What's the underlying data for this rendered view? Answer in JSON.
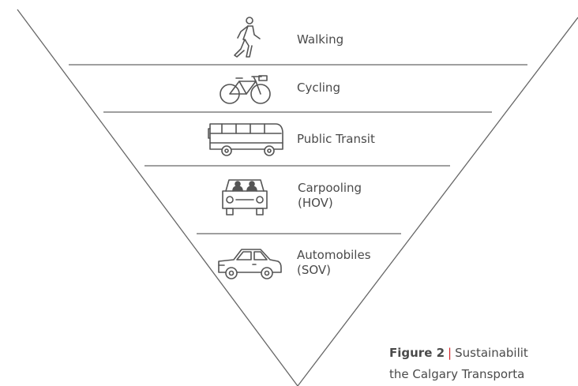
{
  "hierarchy": {
    "levels": [
      {
        "label_lines": [
          "Walking"
        ],
        "icon": "pedestrian-icon"
      },
      {
        "label_lines": [
          "Cycling"
        ],
        "icon": "bicycle-icon"
      },
      {
        "label_lines": [
          "Public Transit"
        ],
        "icon": "bus-icon"
      },
      {
        "label_lines": [
          "Carpooling",
          "(HOV)"
        ],
        "icon": "carpool-icon"
      },
      {
        "label_lines": [
          "Automobiles",
          "(SOV)"
        ],
        "icon": "car-icon"
      }
    ]
  },
  "caption": {
    "figure_label": "Figure 2",
    "separator": "|",
    "line1_text": "Sustainabilit",
    "line2_text": "the Calgary Transporta"
  },
  "colors": {
    "stroke": "#555555",
    "text": "#4a4a4a",
    "accent": "#d4262b"
  }
}
